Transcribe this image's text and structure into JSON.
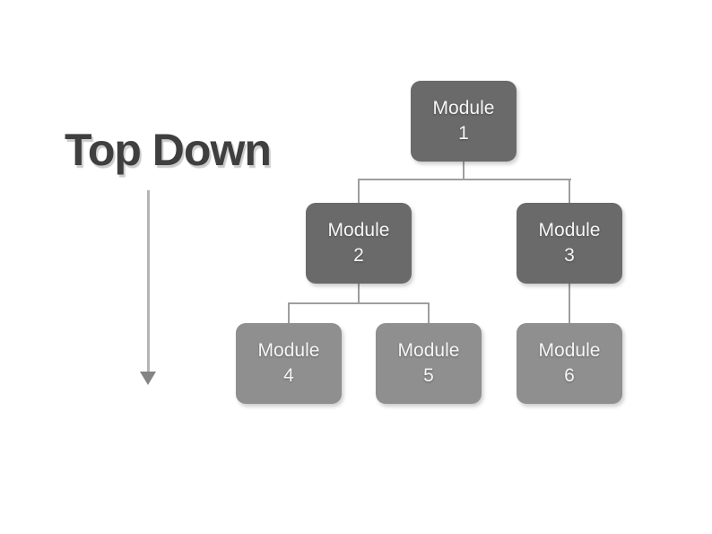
{
  "title": {
    "text": "Top Down"
  },
  "colors": {
    "background": "#ffffff",
    "node_dark": "#6a6a6a",
    "node_light": "#8f8f8f",
    "node_text": "#f5f5f5",
    "connector": "#9e9e9e",
    "arrow_shaft": "#b4b4b4",
    "arrow_head": "#848484",
    "title_text": "#3f3f3f"
  },
  "icons": {
    "down_arrow": "down-arrow-icon"
  },
  "diagram": {
    "type": "tree",
    "direction": "top-down",
    "nodes": [
      {
        "id": "module-1",
        "line1": "Module",
        "line2": "1",
        "level": 1,
        "parent": null,
        "color": "#6a6a6a"
      },
      {
        "id": "module-2",
        "line1": "Module",
        "line2": "2",
        "level": 2,
        "parent": "module-1",
        "color": "#6a6a6a"
      },
      {
        "id": "module-3",
        "line1": "Module",
        "line2": "3",
        "level": 2,
        "parent": "module-1",
        "color": "#6a6a6a"
      },
      {
        "id": "module-4",
        "line1": "Module",
        "line2": "4",
        "level": 3,
        "parent": "module-2",
        "color": "#8f8f8f"
      },
      {
        "id": "module-5",
        "line1": "Module",
        "line2": "5",
        "level": 3,
        "parent": "module-2",
        "color": "#8f8f8f"
      },
      {
        "id": "module-6",
        "line1": "Module",
        "line2": "6",
        "level": 3,
        "parent": "module-3",
        "color": "#8f8f8f"
      }
    ]
  }
}
